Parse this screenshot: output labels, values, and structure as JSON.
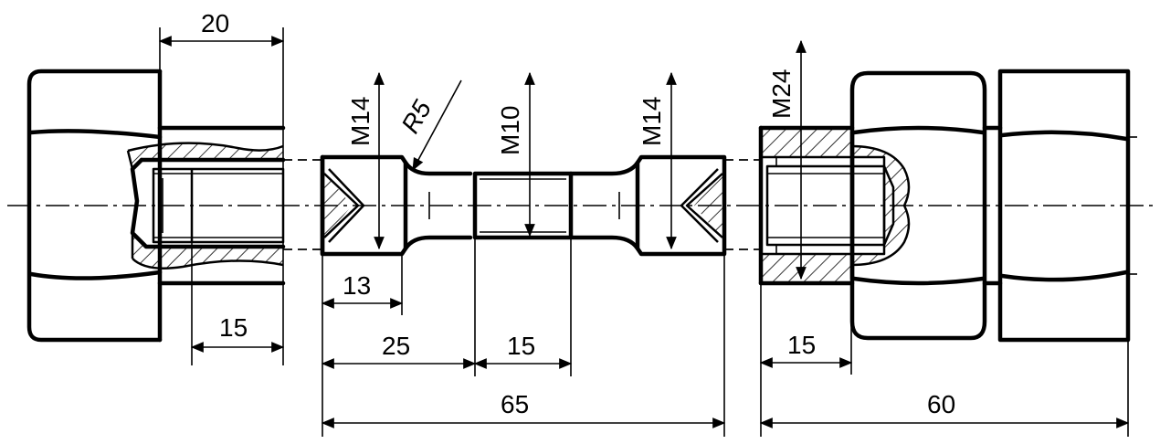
{
  "dimensions": {
    "d20": "20",
    "d15_left": "15",
    "m14_left": "M14",
    "r5": "R5",
    "m10": "M10",
    "m14_right": "M14",
    "d13": "13",
    "d25": "25",
    "d15_mid": "15",
    "d65": "65",
    "m24": "M24",
    "d15_right": "15",
    "d60": "60"
  }
}
